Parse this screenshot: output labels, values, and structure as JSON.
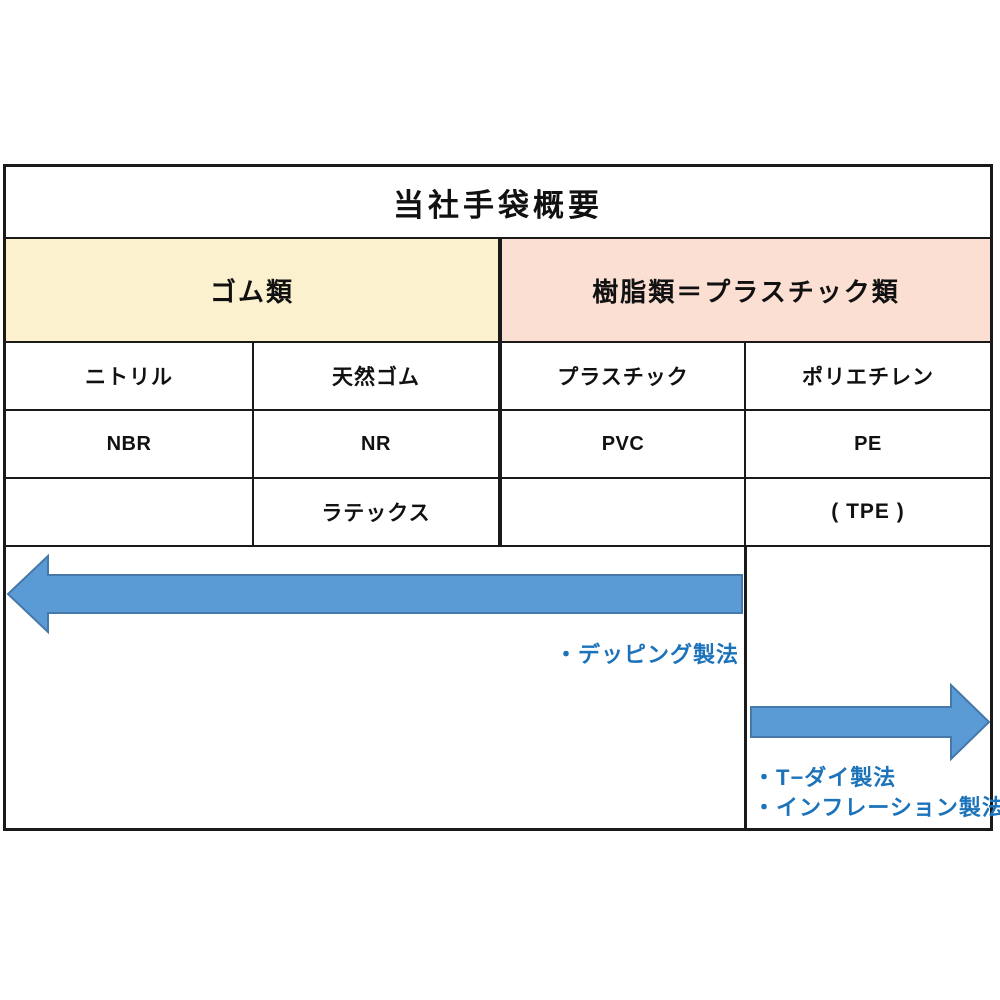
{
  "title": "当社手袋概要",
  "groups": {
    "rubber": {
      "label": "ゴム類",
      "bg": "#FBF1CE"
    },
    "plastic": {
      "label": "樹脂類＝プラスチック類",
      "bg": "#FADFD2"
    }
  },
  "columns": [
    {
      "name": "ニトリル",
      "code": "NBR",
      "extra": ""
    },
    {
      "name": "天然ゴム",
      "code": "NR",
      "extra": "ラテックス"
    },
    {
      "name": "プラスチック",
      "code": "PVC",
      "extra": ""
    },
    {
      "name": "ポリエチレン",
      "code": "PE",
      "extra": "( TPE )"
    }
  ],
  "methods": {
    "dipping": "・デッピング製法",
    "t_die": "・T−ダイ製法",
    "inflation": "・インフレーション製法"
  },
  "colors": {
    "rubber_bg": "#FBF1CE",
    "plastic_bg": "#FADFD2",
    "arrow_fill": "#5B9BD5",
    "arrow_stroke": "#4678A9",
    "method_text_blue": "#1C73BA",
    "table_border": "#1A1A1A"
  }
}
